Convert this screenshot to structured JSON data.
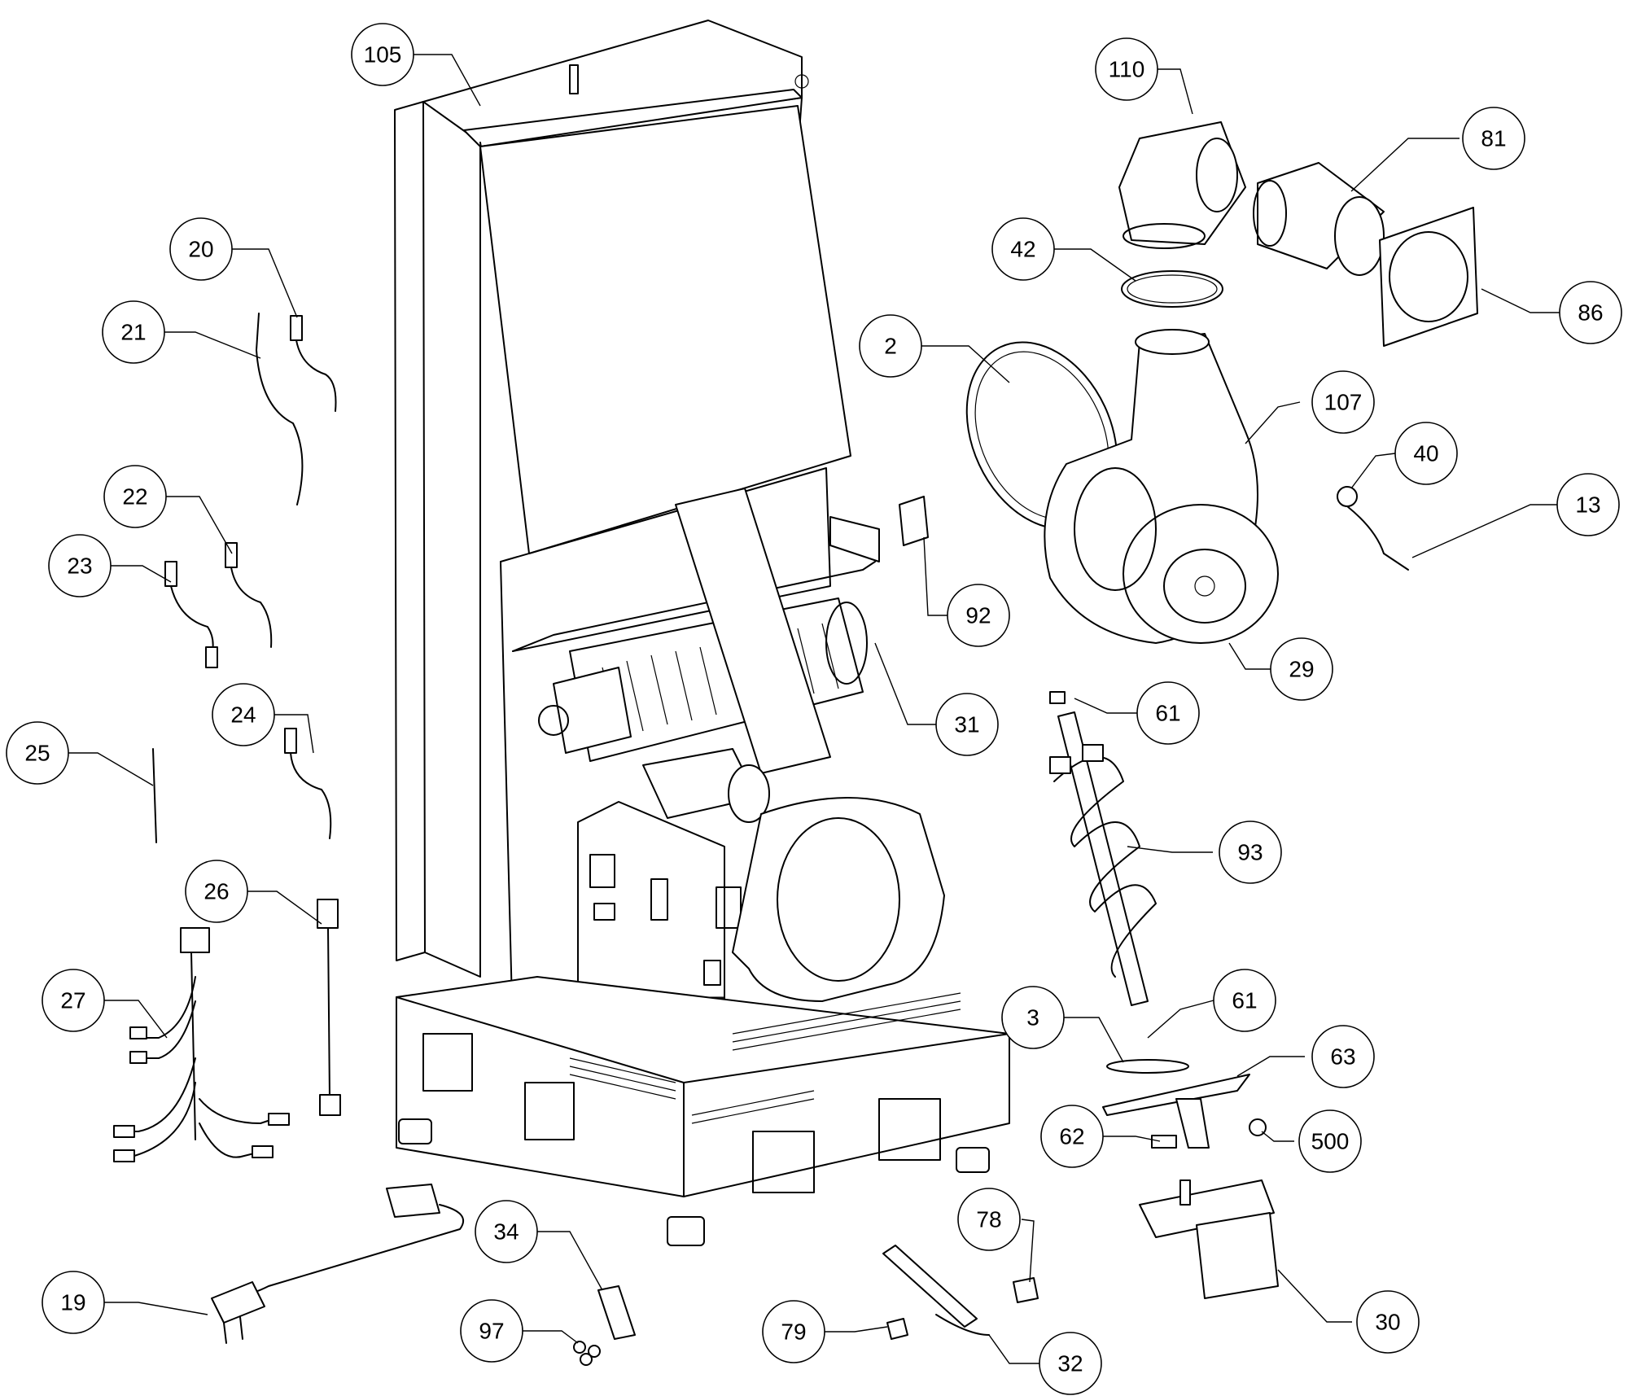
{
  "diagram": {
    "callouts": [
      {
        "id": "c105",
        "label": "105"
      },
      {
        "id": "c110",
        "label": "110"
      },
      {
        "id": "c81",
        "label": "81"
      },
      {
        "id": "c42",
        "label": "42"
      },
      {
        "id": "c86",
        "label": "86"
      },
      {
        "id": "c20",
        "label": "20"
      },
      {
        "id": "c21",
        "label": "21"
      },
      {
        "id": "c2",
        "label": "2"
      },
      {
        "id": "c107",
        "label": "107"
      },
      {
        "id": "c40",
        "label": "40"
      },
      {
        "id": "c22",
        "label": "22"
      },
      {
        "id": "c13",
        "label": "13"
      },
      {
        "id": "c23",
        "label": "23"
      },
      {
        "id": "c92",
        "label": "92"
      },
      {
        "id": "c29",
        "label": "29"
      },
      {
        "id": "c61a",
        "label": "61"
      },
      {
        "id": "c24",
        "label": "24"
      },
      {
        "id": "c31",
        "label": "31"
      },
      {
        "id": "c25",
        "label": "25"
      },
      {
        "id": "c93",
        "label": "93"
      },
      {
        "id": "c26",
        "label": "26"
      },
      {
        "id": "c27",
        "label": "27"
      },
      {
        "id": "c3",
        "label": "3"
      },
      {
        "id": "c61b",
        "label": "61"
      },
      {
        "id": "c63",
        "label": "63"
      },
      {
        "id": "c62",
        "label": "62"
      },
      {
        "id": "c500",
        "label": "500"
      },
      {
        "id": "c78",
        "label": "78"
      },
      {
        "id": "c34",
        "label": "34"
      },
      {
        "id": "c19",
        "label": "19"
      },
      {
        "id": "c30",
        "label": "30"
      },
      {
        "id": "c97",
        "label": "97"
      },
      {
        "id": "c79",
        "label": "79"
      },
      {
        "id": "c32",
        "label": "32"
      }
    ]
  }
}
